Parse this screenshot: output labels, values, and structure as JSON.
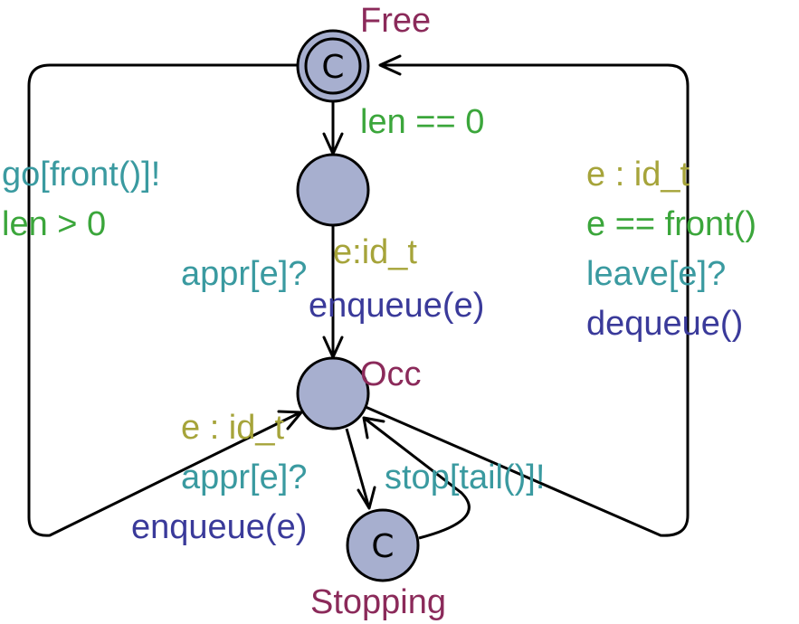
{
  "locations": {
    "free": {
      "name": "Free",
      "kind": "initial-committed",
      "mark": "C"
    },
    "intermediate": {
      "name": "",
      "kind": "normal"
    },
    "occ": {
      "name": "Occ",
      "kind": "normal"
    },
    "stopping": {
      "name": "Stopping",
      "kind": "committed",
      "mark": "C"
    }
  },
  "edges": {
    "free_to_intermediate": {
      "guard": "len == 0"
    },
    "intermediate_to_occ": {
      "select": "e:id_t",
      "sync": "appr[e]?",
      "update": "enqueue(e)"
    },
    "occ_to_free_left": {
      "sync": "go[front()]!",
      "guard": "len > 0"
    },
    "occ_to_free_right": {
      "select": "e : id_t",
      "guard": "e == front()",
      "sync": "leave[e]?",
      "update": "dequeue()"
    },
    "occ_self_left": {
      "select": "e : id_t",
      "sync": "appr[e]?",
      "update": "enqueue(e)"
    },
    "stopping_to_occ": {
      "sync": "stop[tail()]!"
    }
  },
  "colors": {
    "state_name": "#8b2a5a",
    "sync": "#3a9aa0",
    "guard": "#3ba63b",
    "select": "#a6a43a",
    "update": "#3a3a9a",
    "location_fill": "#a7afcf"
  }
}
